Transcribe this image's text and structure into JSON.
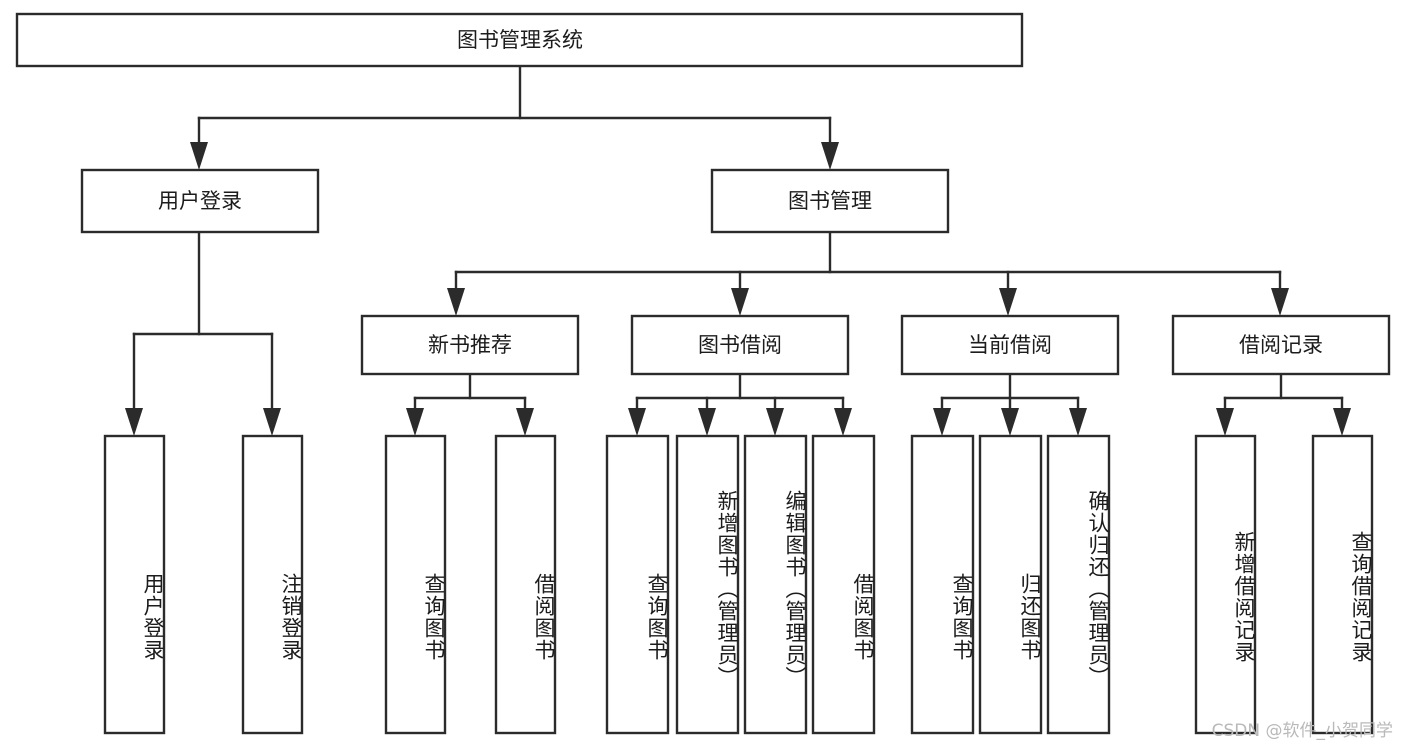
{
  "diagram": {
    "type": "tree",
    "title": "图书管理系统",
    "watermark": "CSDN @软件_小贺同学",
    "colors": {
      "box_stroke": "#2b2b2b",
      "box_fill": "#ffffff",
      "connector": "#2b2b2b",
      "text": "#1c1c1c",
      "watermark": "#b9b9b9",
      "background": "#ffffff"
    },
    "nodes": {
      "root": {
        "label": "图书管理系统"
      },
      "level2": [
        {
          "label": "用户登录"
        },
        {
          "label": "图书管理"
        }
      ],
      "level3": [
        {
          "label": "新书推荐"
        },
        {
          "label": "图书借阅"
        },
        {
          "label": "当前借阅"
        },
        {
          "label": "借阅记录"
        }
      ],
      "leaves_user_login": [
        {
          "label": "用户登录"
        },
        {
          "label": "注销登录"
        }
      ],
      "leaves_new_book": [
        {
          "label": "查询图书"
        },
        {
          "label": "借阅图书"
        }
      ],
      "leaves_borrow": [
        {
          "label": "查询图书"
        },
        {
          "label": "新增图书（管理员）"
        },
        {
          "label": "编辑图书（管理员）"
        },
        {
          "label": "借阅图书"
        }
      ],
      "leaves_current": [
        {
          "label": "查询图书"
        },
        {
          "label": "归还图书"
        },
        {
          "label": "确认归还（管理员）"
        }
      ],
      "leaves_records": [
        {
          "label": "新增借阅记录"
        },
        {
          "label": "查询借阅记录"
        }
      ]
    }
  }
}
